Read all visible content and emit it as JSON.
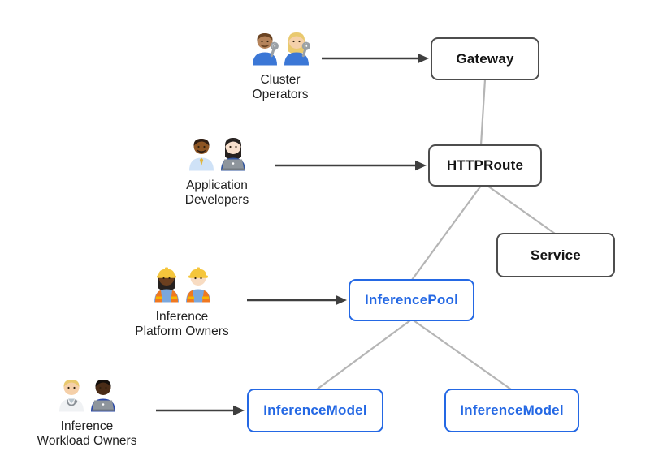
{
  "diagram": {
    "background": "#ffffff",
    "colors": {
      "dark_border": "#4d4d4d",
      "dark_text": "#141414",
      "blue": "#2468e4",
      "connector": "#b5b5b5",
      "arrow": "#3f3f3f"
    },
    "nodes": [
      {
        "id": "gateway",
        "label": "Gateway",
        "style": "dark"
      },
      {
        "id": "httproute",
        "label": "HTTPRoute",
        "style": "dark"
      },
      {
        "id": "service",
        "label": "Service",
        "style": "dark"
      },
      {
        "id": "inferencepool",
        "label": "InferencePool",
        "style": "blue"
      },
      {
        "id": "inferencemodel-left",
        "label": "InferenceModel",
        "style": "blue"
      },
      {
        "id": "inferencemodel-right",
        "label": "InferenceModel",
        "style": "blue"
      }
    ],
    "edges": [
      {
        "from": "gateway",
        "to": "httproute"
      },
      {
        "from": "httproute",
        "to": "inferencepool"
      },
      {
        "from": "httproute",
        "to": "service"
      },
      {
        "from": "inferencepool",
        "to": "inferencemodel-left"
      },
      {
        "from": "inferencepool",
        "to": "inferencemodel-right"
      }
    ],
    "personas": [
      {
        "id": "cluster-operators",
        "label_lines": [
          "Cluster",
          "Operators"
        ],
        "points_to": "gateway",
        "icon_names": [
          "man-mechanic-icon",
          "woman-mechanic-icon"
        ],
        "people": [
          {
            "name": "man-mechanic",
            "skin": "#b5835a",
            "hair": "#6b4423",
            "beard": true,
            "shirt": "#3b77d6",
            "wrench": true
          },
          {
            "name": "woman-mechanic",
            "skin": "#f5d0a9",
            "hair": "#e9c96e",
            "hairLong": true,
            "shirt": "#3b77d6",
            "wrench": true
          }
        ]
      },
      {
        "id": "application-developers",
        "label_lines": [
          "Application",
          "Developers"
        ],
        "points_to": "httproute",
        "icon_names": [
          "man-office-worker-icon",
          "woman-technologist-icon"
        ],
        "people": [
          {
            "name": "man-office-worker",
            "skin": "#8d5524",
            "hair": "#2e1d12",
            "beard": true,
            "shirt": "#cfe2f7",
            "tie": "#e0b63f"
          },
          {
            "name": "woman-technologist",
            "skin": "#f8e0cd",
            "hair": "#26211f",
            "hairLong": true,
            "shirt": "#30549e",
            "laptop": true
          }
        ]
      },
      {
        "id": "inference-platform-owners",
        "label_lines": [
          "Inference",
          "Platform Owners"
        ],
        "points_to": "inferencepool",
        "icon_names": [
          "woman-construction-worker-icon",
          "man-construction-worker-icon"
        ],
        "people": [
          {
            "name": "woman-construction-worker",
            "skin": "#6b3f1f",
            "hair": "#26211f",
            "hairLong": true,
            "helmet": true,
            "shirt": "#7ba7dc",
            "vest": true
          },
          {
            "name": "man-construction-worker",
            "skin": "#f8dcc2",
            "hair": "#c9a06a",
            "helmet": true,
            "shirt": "#7ba7dc",
            "vest": true
          }
        ]
      },
      {
        "id": "inference-workload-owners",
        "label_lines": [
          "Inference",
          "Workload Owners"
        ],
        "points_to": "inferencemodel-left",
        "icon_names": [
          "health-worker-icon",
          "dark-technologist-icon"
        ],
        "people": [
          {
            "name": "health-worker",
            "skin": "#f5d0a9",
            "hair": "#e9c96e",
            "coat": true,
            "shirt": "#eef1f4",
            "stethoscope": true
          },
          {
            "name": "dark-technologist",
            "skin": "#4a2c17",
            "hair": "#16100c",
            "laptop": true,
            "shirt": "#2a48a8"
          }
        ]
      }
    ]
  }
}
